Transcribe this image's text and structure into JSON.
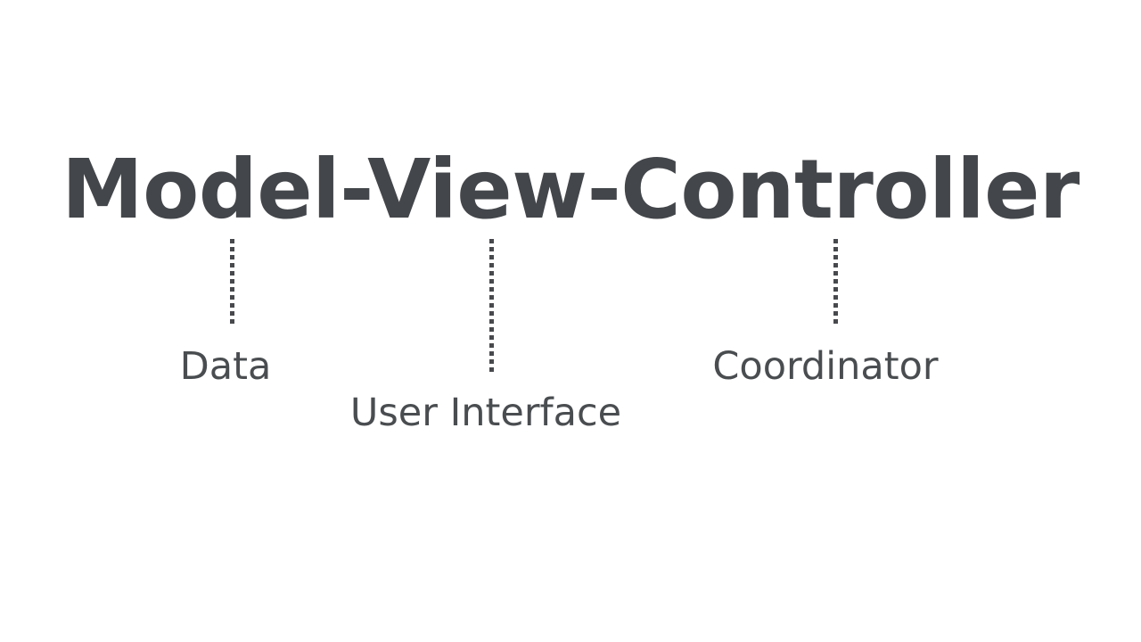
{
  "slide": {
    "background_color": "#ffffff",
    "text_color": "#43464a",
    "label_color": "#4a4d50",
    "connector_color": "#47494c",
    "title": "Model-View-Controller",
    "components": [
      {
        "id": "model",
        "term": "Model",
        "label": "Data",
        "connector": "dotted-vertical-line"
      },
      {
        "id": "view",
        "term": "View",
        "label": "User Interface",
        "connector": "dotted-vertical-line"
      },
      {
        "id": "controller",
        "term": "Controller",
        "label": "Coordinator",
        "connector": "dotted-vertical-line"
      }
    ]
  }
}
